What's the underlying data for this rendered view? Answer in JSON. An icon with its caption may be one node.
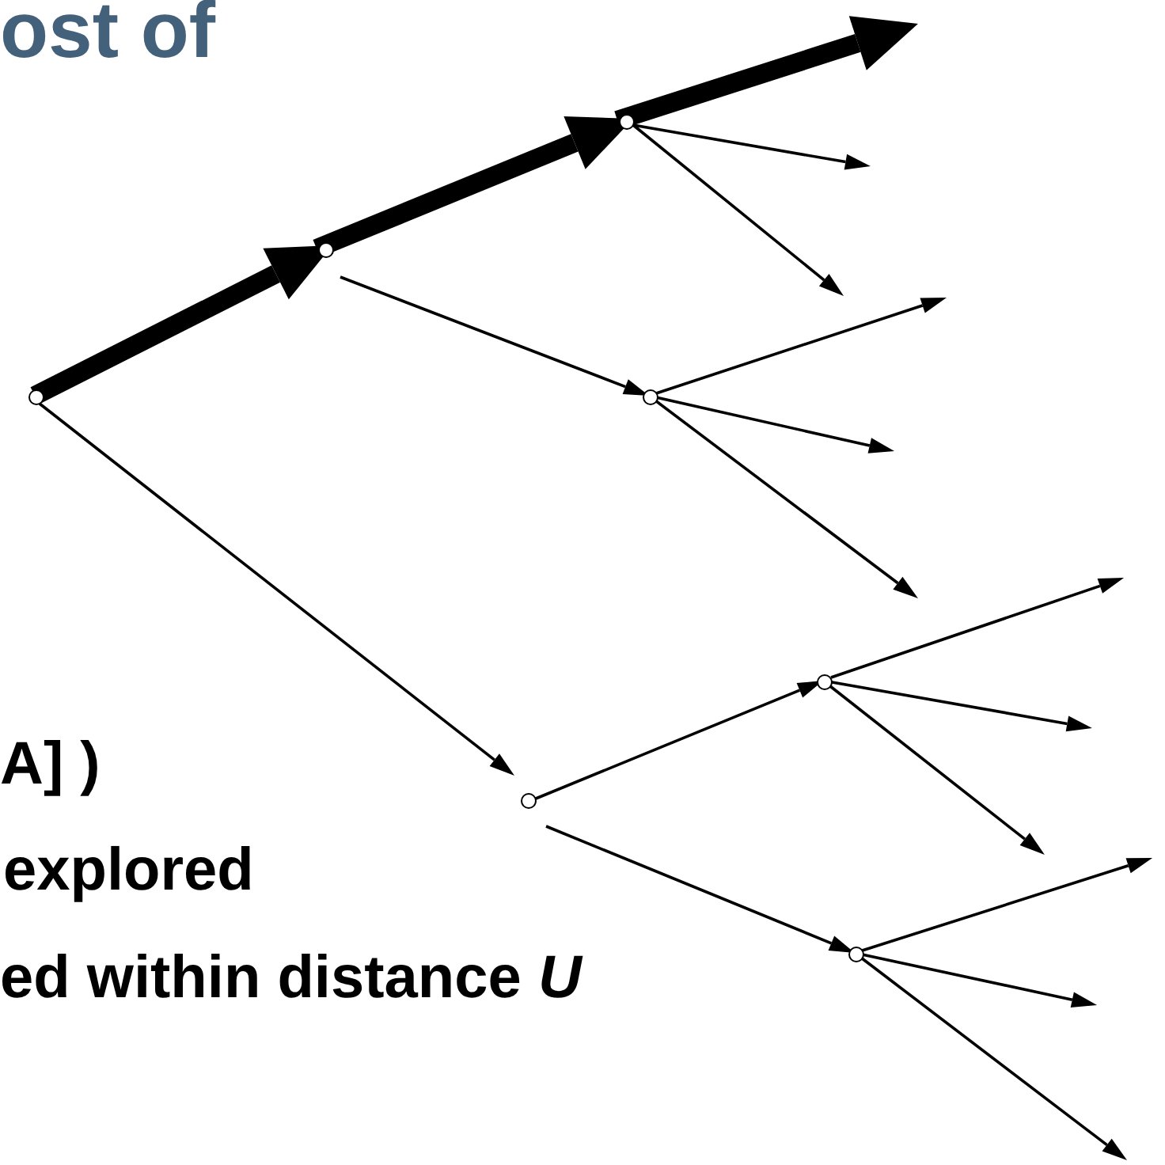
{
  "diagram": {
    "title": "ost of",
    "nodes": [
      {
        "text": [],
        "shape": "point"
      },
      {
        "text": [],
        "shape": "point"
      },
      {
        "text": [],
        "shape": "point"
      },
      {
        "text": [],
        "shape": "point"
      },
      {
        "text": [],
        "shape": "point"
      },
      {
        "text": [],
        "shape": "point"
      },
      {
        "text": [],
        "shape": "point"
      }
    ],
    "edges": [
      {
        "from": 0,
        "to": 1,
        "arrow": "to",
        "style": "thick"
      },
      {
        "from": 1,
        "to": 2,
        "arrow": "to",
        "style": "thick"
      },
      {
        "from": 2,
        "to": null,
        "arrow": "to",
        "style": "thick"
      },
      {
        "from": 2,
        "to": null,
        "arrow": "to"
      },
      {
        "from": 2,
        "to": null,
        "arrow": "to"
      },
      {
        "from": 1,
        "to": 3,
        "arrow": "to"
      },
      {
        "from": 3,
        "to": null,
        "arrow": "to"
      },
      {
        "from": 3,
        "to": null,
        "arrow": "to"
      },
      {
        "from": 3,
        "to": null,
        "arrow": "to"
      },
      {
        "from": 0,
        "to": 4,
        "arrow": "to"
      },
      {
        "from": 4,
        "to": 5,
        "arrow": "to"
      },
      {
        "from": 4,
        "to": 6,
        "arrow": "to"
      },
      {
        "from": 5,
        "to": null,
        "arrow": "to"
      },
      {
        "from": 5,
        "to": null,
        "arrow": "to"
      },
      {
        "from": 5,
        "to": null,
        "arrow": "to"
      },
      {
        "from": 6,
        "to": null,
        "arrow": "to"
      },
      {
        "from": 6,
        "to": null,
        "arrow": "to"
      },
      {
        "from": 6,
        "to": null,
        "arrow": "to"
      }
    ],
    "labels": [
      "A] )",
      "explored",
      "ed within distance *U*"
    ]
  }
}
